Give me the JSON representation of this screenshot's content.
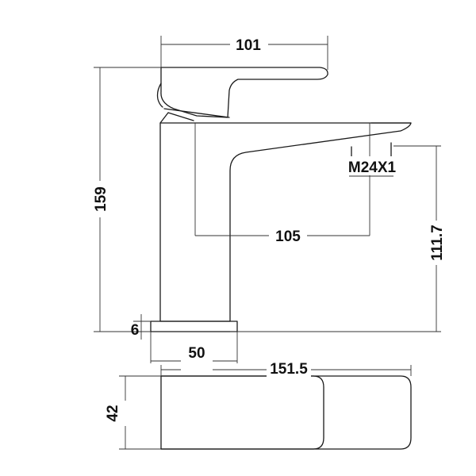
{
  "drawing": {
    "dimensions": {
      "handle_length": "101",
      "total_height": "159",
      "thread": "M24X1",
      "spout_reach": "105",
      "spout_height": "111.7",
      "base_thickness": "6",
      "body_width": "50",
      "base_length": "151.5",
      "base_width": "42"
    },
    "colors": {
      "line": "#1a1a1a",
      "background": "#ffffff"
    }
  }
}
